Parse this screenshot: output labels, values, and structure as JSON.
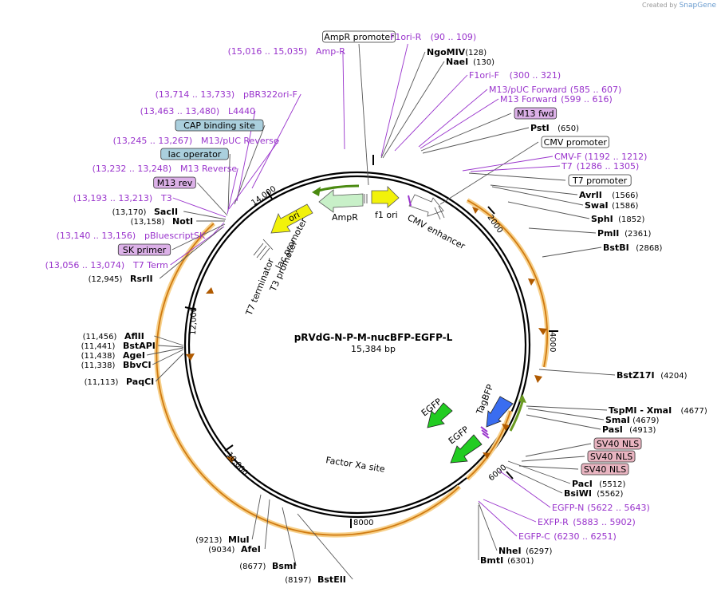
{
  "credit": {
    "prefix": "Created by",
    "brand": "SnapGene"
  },
  "plasmid": {
    "name": "pRVdG-N-P-M-nucBFP-EGFP-L",
    "size": "15,384 bp"
  },
  "ticks": [
    "2000",
    "4000",
    "6000",
    "8000",
    "10,000",
    "12,000",
    "14,000"
  ],
  "features": {
    "ampr": "AmpR",
    "ori": "ori",
    "f1ori": "f1 ori",
    "cmv": "CMV enhancer",
    "lac_promoter": "lac promoter",
    "t3_promoter": "T3 promoter",
    "t7_terminator": "T7 terminator",
    "egfp1": "EGFP",
    "egfp2": "EGFP",
    "tagbfp": "TagBFP",
    "factor_xa": "Factor Xa site"
  },
  "top_left_labels": [
    {
      "kind": "box",
      "name": "AmpR promoter",
      "color": "#ffffff"
    },
    {
      "kind": "primer",
      "name": "Amp-R",
      "pos": "(15,016 .. 15,035)"
    },
    {
      "kind": "primer",
      "name": "pBR322ori-F",
      "pos": "(13,714 .. 13,733)"
    },
    {
      "kind": "primer",
      "name": "L4440",
      "pos": "(13,463 .. 13,480)"
    },
    {
      "kind": "box",
      "name": "CAP binding site",
      "color": "#aacfdd"
    },
    {
      "kind": "primer",
      "name": "M13/pUC Reverse",
      "pos": "(13,245 .. 13,267)"
    },
    {
      "kind": "box",
      "name": "lac operator",
      "color": "#aacfdd"
    },
    {
      "kind": "primer",
      "name": "M13 Reverse",
      "pos": "(13,232 .. 13,248)"
    },
    {
      "kind": "box",
      "name": "M13 rev",
      "color": "#dcb1e8"
    },
    {
      "kind": "primer",
      "name": "T3",
      "pos": "(13,193 .. 13,213)"
    },
    {
      "kind": "site",
      "name": "SacII",
      "pos": "(13,170)"
    },
    {
      "kind": "site",
      "name": "NotI",
      "pos": "(13,158)"
    },
    {
      "kind": "primer",
      "name": "pBluescriptSK",
      "pos": "(13,140 .. 13,156)"
    },
    {
      "kind": "box",
      "name": "SK primer",
      "color": "#dcb1e8"
    },
    {
      "kind": "primer",
      "name": "T7 Term",
      "pos": "(13,056 .. 13,074)"
    },
    {
      "kind": "site",
      "name": "RsrII",
      "pos": "(12,945)"
    }
  ],
  "top_right_labels": [
    {
      "kind": "primer",
      "name": "F1ori-R",
      "pos": "(90 .. 109)"
    },
    {
      "kind": "site",
      "name": "NgoMIV",
      "pos": "(128)"
    },
    {
      "kind": "site",
      "name": "NaeI",
      "pos": "(130)"
    },
    {
      "kind": "primer",
      "name": "F1ori-F",
      "pos": "(300 .. 321)"
    },
    {
      "kind": "primer",
      "name": "M13/pUC Forward",
      "pos": "(585 .. 607)"
    },
    {
      "kind": "primer",
      "name": "M13 Forward",
      "pos": "(599 .. 616)"
    },
    {
      "kind": "box",
      "name": "M13 fwd",
      "color": "#dcb1e8"
    },
    {
      "kind": "site",
      "name": "PstI",
      "pos": "(650)"
    },
    {
      "kind": "box",
      "name": "CMV promoter",
      "color": "#ffffff"
    },
    {
      "kind": "primer",
      "name": "CMV-F",
      "pos": "(1192 .. 1212)"
    },
    {
      "kind": "primer",
      "name": "T7",
      "pos": "(1286 .. 1305)"
    },
    {
      "kind": "box",
      "name": "T7 promoter",
      "color": "#ffffff"
    },
    {
      "kind": "site",
      "name": "AvrII",
      "pos": "(1566)"
    },
    {
      "kind": "site",
      "name": "SwaI",
      "pos": "(1586)"
    },
    {
      "kind": "site",
      "name": "SphI",
      "pos": "(1852)"
    },
    {
      "kind": "site",
      "name": "PmlI",
      "pos": "(2361)"
    },
    {
      "kind": "site",
      "name": "BstBI",
      "pos": "(2868)"
    }
  ],
  "right_labels": [
    {
      "kind": "site",
      "name": "BstZ17I",
      "pos": "(4204)"
    },
    {
      "kind": "site",
      "name": "TspMI - XmaI",
      "pos": "(4677)"
    },
    {
      "kind": "site",
      "name": "SmaI",
      "pos": "(4679)"
    },
    {
      "kind": "site",
      "name": "PasI",
      "pos": "(4913)"
    },
    {
      "kind": "box",
      "name": "SV40 NLS",
      "color": "#e8b4c0"
    },
    {
      "kind": "box",
      "name": "SV40 NLS",
      "color": "#e8b4c0"
    },
    {
      "kind": "box",
      "name": "SV40 NLS",
      "color": "#e8b4c0"
    },
    {
      "kind": "site",
      "name": "PacI",
      "pos": "(5512)"
    },
    {
      "kind": "site",
      "name": "BsiWI",
      "pos": "(5562)"
    },
    {
      "kind": "primer",
      "name": "EGFP-N",
      "pos": "(5622 .. 5643)"
    },
    {
      "kind": "primer",
      "name": "EXFP-R",
      "pos": "(5883 .. 5902)"
    },
    {
      "kind": "primer",
      "name": "EGFP-C",
      "pos": "(6230 .. 6251)"
    },
    {
      "kind": "site",
      "name": "NheI",
      "pos": "(6297)"
    },
    {
      "kind": "site",
      "name": "BmtI",
      "pos": "(6301)"
    }
  ],
  "left_labels": [
    {
      "kind": "site",
      "name": "AflII",
      "pos": "(11,456)"
    },
    {
      "kind": "site",
      "name": "BstAPI",
      "pos": "(11,441)"
    },
    {
      "kind": "site",
      "name": "AgeI",
      "pos": "(11,438)"
    },
    {
      "kind": "site",
      "name": "BbvCI",
      "pos": "(11,338)"
    },
    {
      "kind": "site",
      "name": "PaqCI",
      "pos": "(11,113)"
    }
  ],
  "bottom_labels": [
    {
      "kind": "site",
      "name": "MluI",
      "pos": "(9213)"
    },
    {
      "kind": "site",
      "name": "AfeI",
      "pos": "(9034)"
    },
    {
      "kind": "site",
      "name": "BsmI",
      "pos": "(8677)"
    },
    {
      "kind": "site",
      "name": "BstEII",
      "pos": "(8197)"
    }
  ],
  "colors": {
    "primer": "#9933cc",
    "orange": "#f2a33a",
    "green": "#22cc22",
    "blue": "#3a6df0",
    "yellow": "#f2f20a",
    "pale_green": "#c8f0c8",
    "box_blue": "#aacfdd",
    "box_purple": "#dcb1e8",
    "box_pink": "#e8b4c0"
  }
}
